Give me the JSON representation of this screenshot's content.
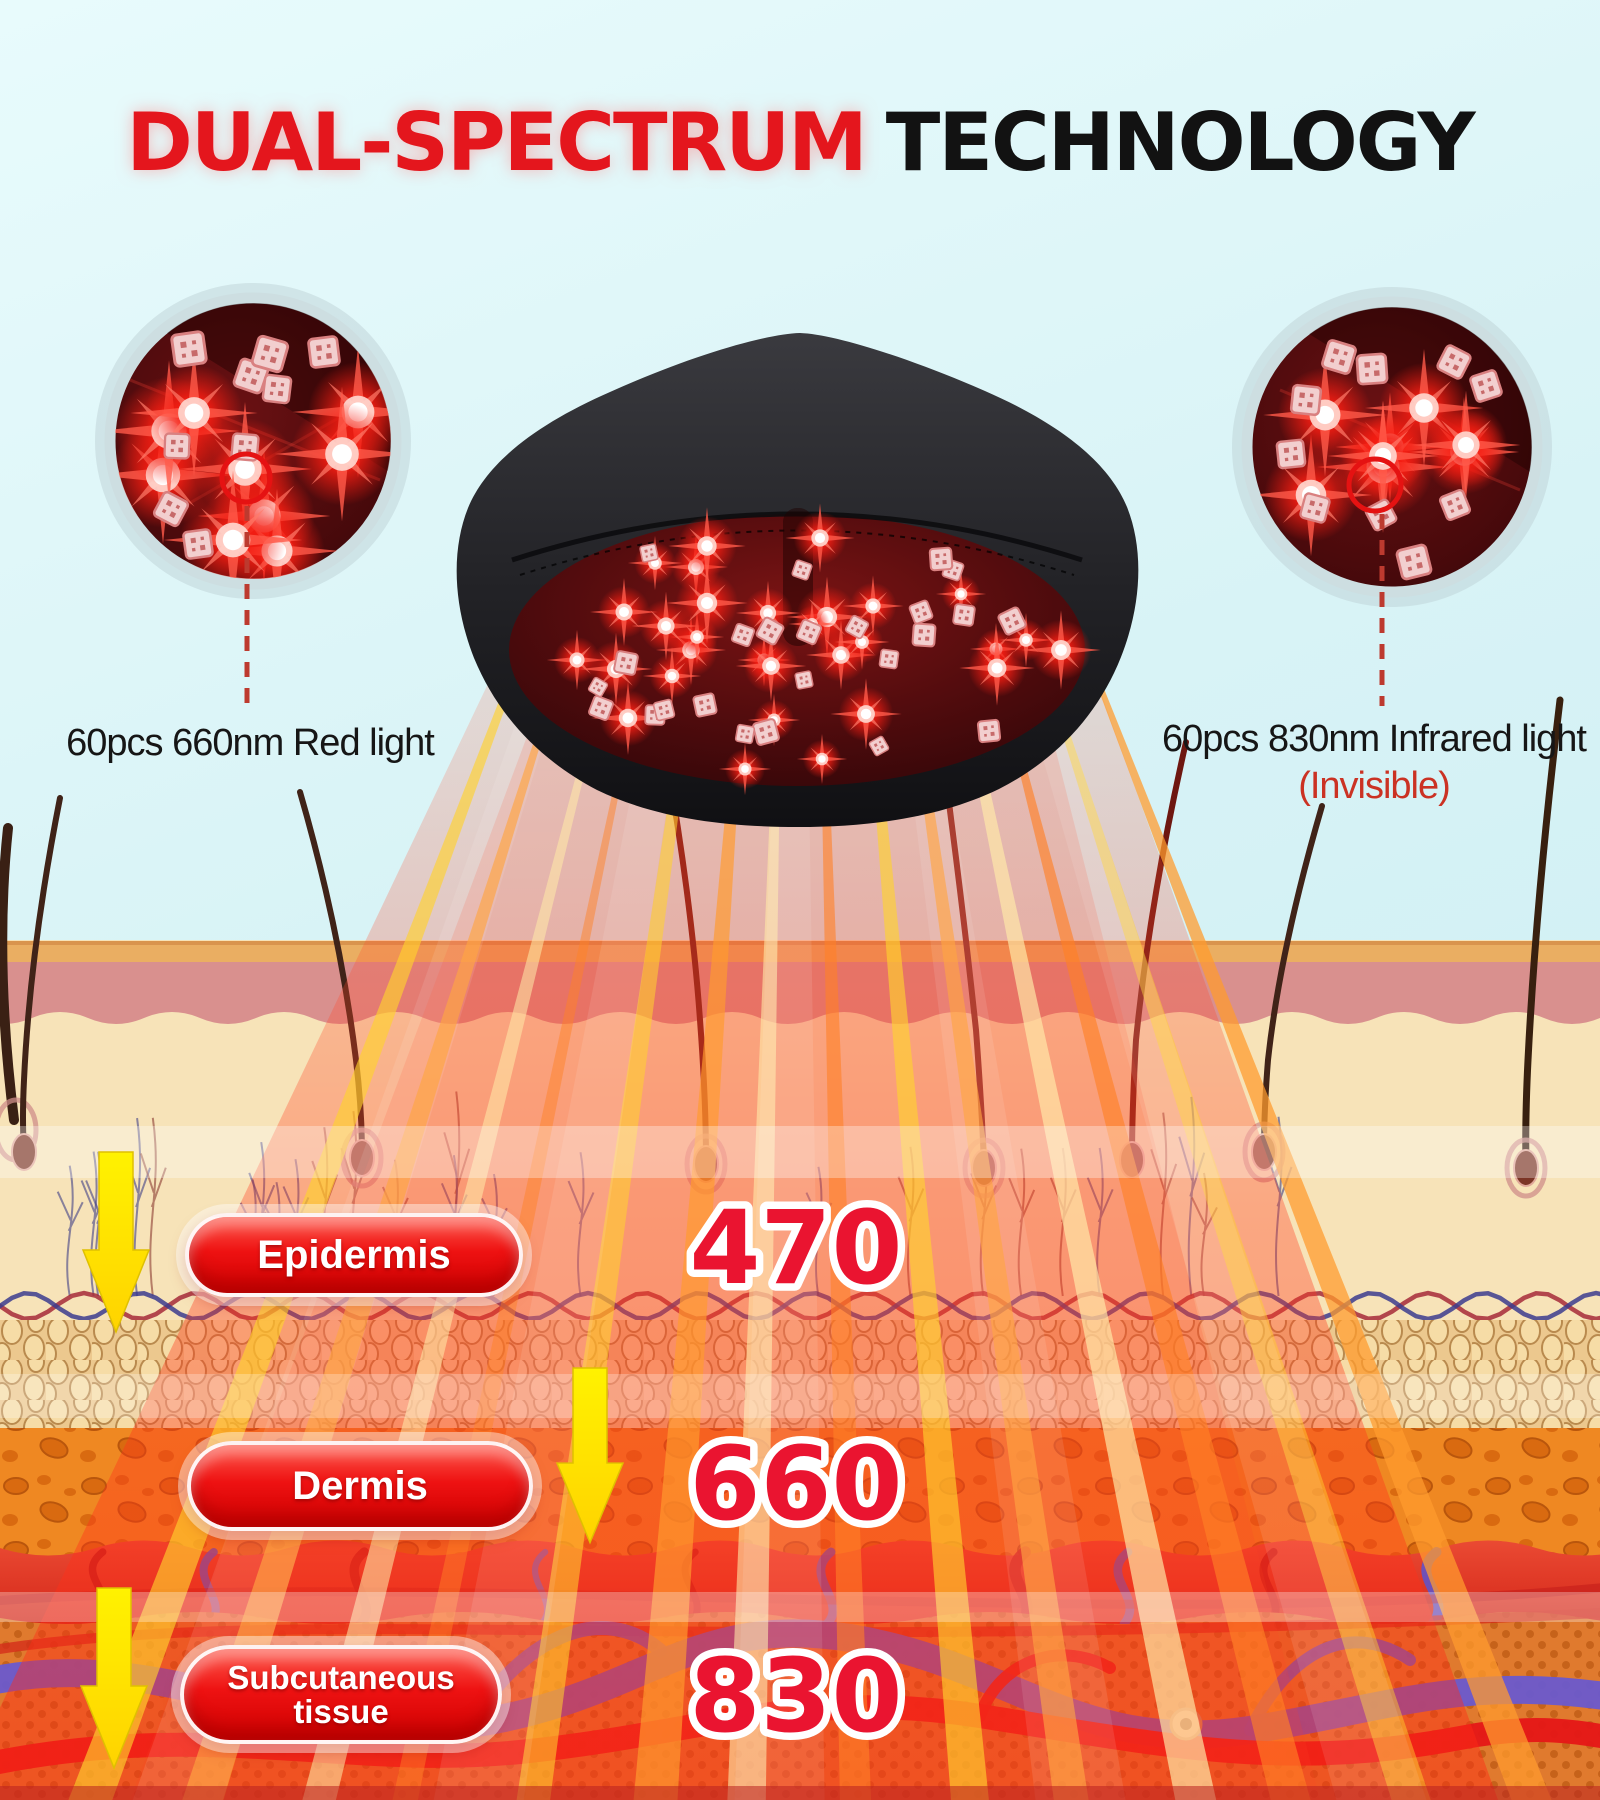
{
  "title": {
    "red_text": "DUAL-SPECTRUM",
    "dark_text": "TECHNOLOGY"
  },
  "callouts": {
    "left": {
      "label": "60pcs 660nm Red light"
    },
    "right": {
      "label": "60pcs 830nm Infrared light",
      "note": "(Invisible)"
    }
  },
  "skin_layers": [
    {
      "name": "Epidermis",
      "wavelength": "470"
    },
    {
      "name": "Dermis",
      "wavelength": "660"
    },
    {
      "name": "Subcutaneous tissue",
      "wavelength": "830"
    }
  ],
  "colors": {
    "accent_red": "#e4161d",
    "title_dark": "#121212",
    "sky_top": "#e8fbfc",
    "sky_bottom": "#c9edf2",
    "pill_red": "#ee1212",
    "number_red": "#ea1430",
    "arrow_yellow": "#ffe400",
    "note_red": "#cb3223",
    "beam_yellow": "#ffd22e",
    "beam_orange": "#ff9b2e"
  },
  "decor": {
    "seed": 11,
    "leds": {
      "cap_stars": 30,
      "cap_chips": 24,
      "left_stars": 9,
      "left_chips": 9,
      "right_stars": 8,
      "right_chips": 10
    },
    "streaks": 14,
    "white_stripes": 5,
    "nerves": 26,
    "dermis_vessels": 10
  }
}
